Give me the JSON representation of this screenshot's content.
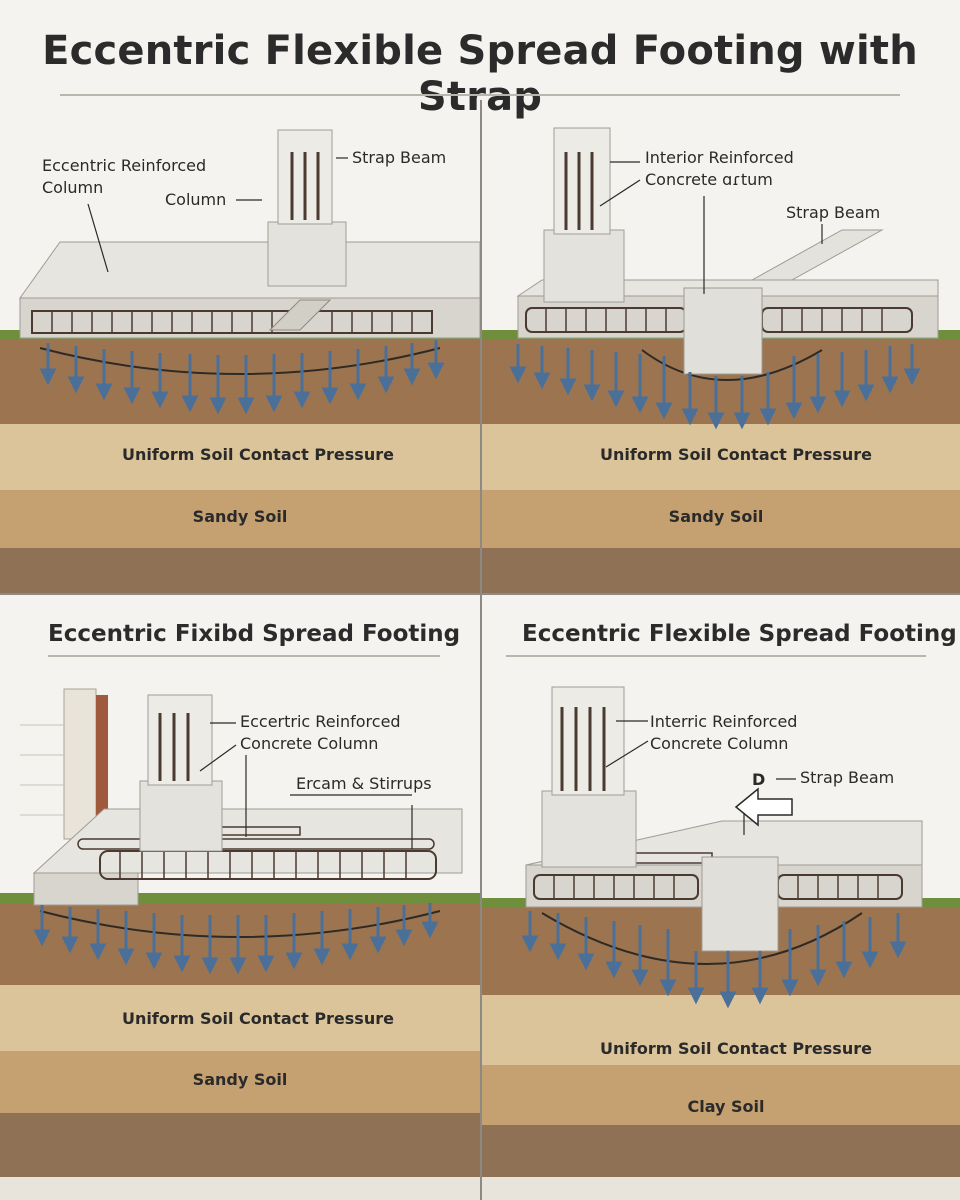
{
  "title": "Eccentric Flexible Spread Footing with Strap",
  "panels": [
    {
      "heading": "",
      "labels": {
        "eccentric_column": "Eccentric Reinforced\nColumn",
        "column": "Column",
        "strap_beam": "Strap Beam"
      },
      "pressure": "Uniform Soil Contact Pressure",
      "soil": "Sandy Soil"
    },
    {
      "heading": "",
      "labels": {
        "interior_column": "Interior Reinforced\nConcrete ɑɾtum",
        "strap_beam": "Strap Beam"
      },
      "pressure": "Uniform Soil Contact Pressure",
      "soil": "Sandy Soil"
    },
    {
      "heading": "Eccentric Fixibd Spread Footing",
      "labels": {
        "column": "Eccertric Reinforced\nConcrete Column",
        "stirrups": "Ercam & Stirrups"
      },
      "pressure": "Uniform Soil Contact Pressure",
      "soil": "Sandy Soil"
    },
    {
      "heading": "Eccentric Flexible Spread Footing",
      "labels": {
        "column": "Interric Reinforced\nConcrete Column",
        "strap_beam": "Strap Beam",
        "d_marker": "D"
      },
      "pressure": "Uniform Soil Contact Pressure",
      "soil": "Clay Soil"
    }
  ],
  "colors": {
    "concrete": "#e7e5df",
    "concrete_shade": "#c9c6bf",
    "rebar": "#4a3a30",
    "arrow": "#4a6f99",
    "soil_top": "#9c7550",
    "soil_sand": "#dcc49a",
    "soil_mid": "#c5a071",
    "soil_gravel": "#8f7156",
    "grass": "#6f8f3c"
  }
}
